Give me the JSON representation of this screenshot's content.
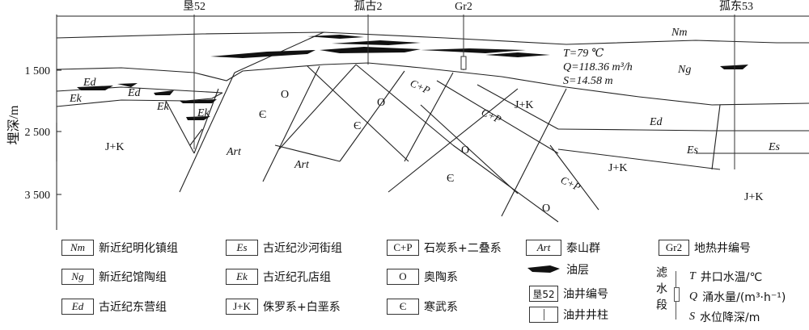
{
  "wells": {
    "w1": "垦52",
    "w2": "孤古2",
    "w3": "Gr2",
    "w4": "孤东53"
  },
  "axis": {
    "label": "埋深/m",
    "ticks": [
      "1 500",
      "2 500",
      "3 500"
    ]
  },
  "annotation": {
    "T": "T=79 ℃",
    "Q": "Q=118.36 m³/h",
    "S": "S=14.58 m"
  },
  "units": {
    "Nm": "Nm",
    "Ng": "Ng",
    "Ed": "Ed",
    "Ek": "Ek",
    "Es": "Es",
    "Art": "Art",
    "JK": "J+K",
    "O": "O",
    "Cam": "Є",
    "CP": "C+P"
  },
  "legend": {
    "nm": {
      "code": "Nm",
      "label": "新近纪明化镇组"
    },
    "ng": {
      "code": "Ng",
      "label": "新近纪馆陶组"
    },
    "ed": {
      "code": "Ed",
      "label": "古近纪东营组"
    },
    "es": {
      "code": "Es",
      "label": "古近纪沙河街组"
    },
    "ek": {
      "code": "Ek",
      "label": "古近纪孔店组"
    },
    "jk": {
      "code": "J+K",
      "label": "侏罗系+白垩系"
    },
    "cp": {
      "code": "C+P",
      "label": "石炭系+二叠系"
    },
    "o": {
      "code": "O",
      "label": "奥陶系"
    },
    "cam": {
      "code": "Є",
      "label": "寒武系"
    },
    "art": {
      "code": "Art",
      "label": "泰山群"
    },
    "oil": {
      "label": "油层"
    },
    "wellno": {
      "code": "垦52",
      "label": "油井编号"
    },
    "wellcol": {
      "label": "油井井柱"
    },
    "gr": {
      "code": "Gr2",
      "label": "地热井编号"
    },
    "filter": {
      "label": "滤水段"
    },
    "t": {
      "sym": "T",
      "label": "井口水温/℃"
    },
    "q": {
      "sym": "Q",
      "label": "涌水量/(m³·h⁻¹)"
    },
    "s": {
      "sym": "S",
      "label": "水位降深/m"
    }
  }
}
